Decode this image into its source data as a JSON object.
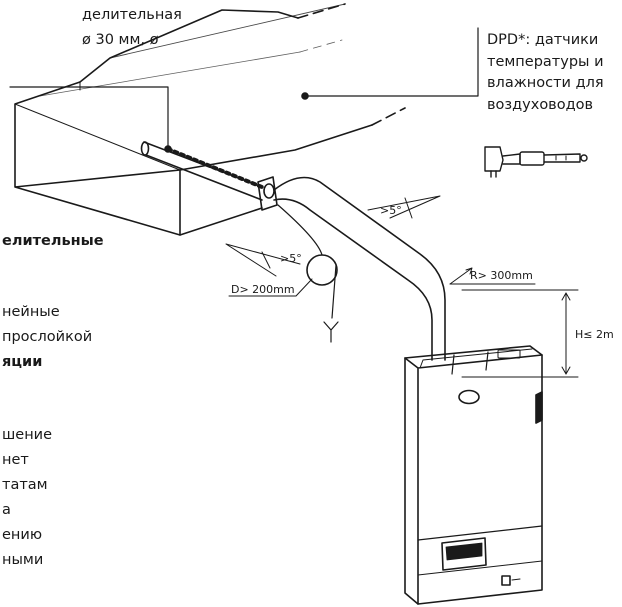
{
  "left_text": {
    "top_lines": [
      "делительная",
      "ø 30 мм, ø"
    ],
    "heading": "елительные",
    "para_lines": [
      "нейные",
      "прослойкой"
    ],
    "heading2": "яции",
    "para2_lines": [
      "шение",
      "нет",
      "татам",
      "а",
      "ению",
      "ными"
    ]
  },
  "dpd": {
    "title": "DPD*:",
    "lines": [
      "датчики",
      "температуры и",
      "влажности для",
      "воздуховодов"
    ]
  },
  "dims": {
    "slope1": ">5°",
    "slope2": ">5°",
    "loop_d": "D> 200mm",
    "radius": "R> 300mm",
    "height": "H≤ 2m"
  }
}
